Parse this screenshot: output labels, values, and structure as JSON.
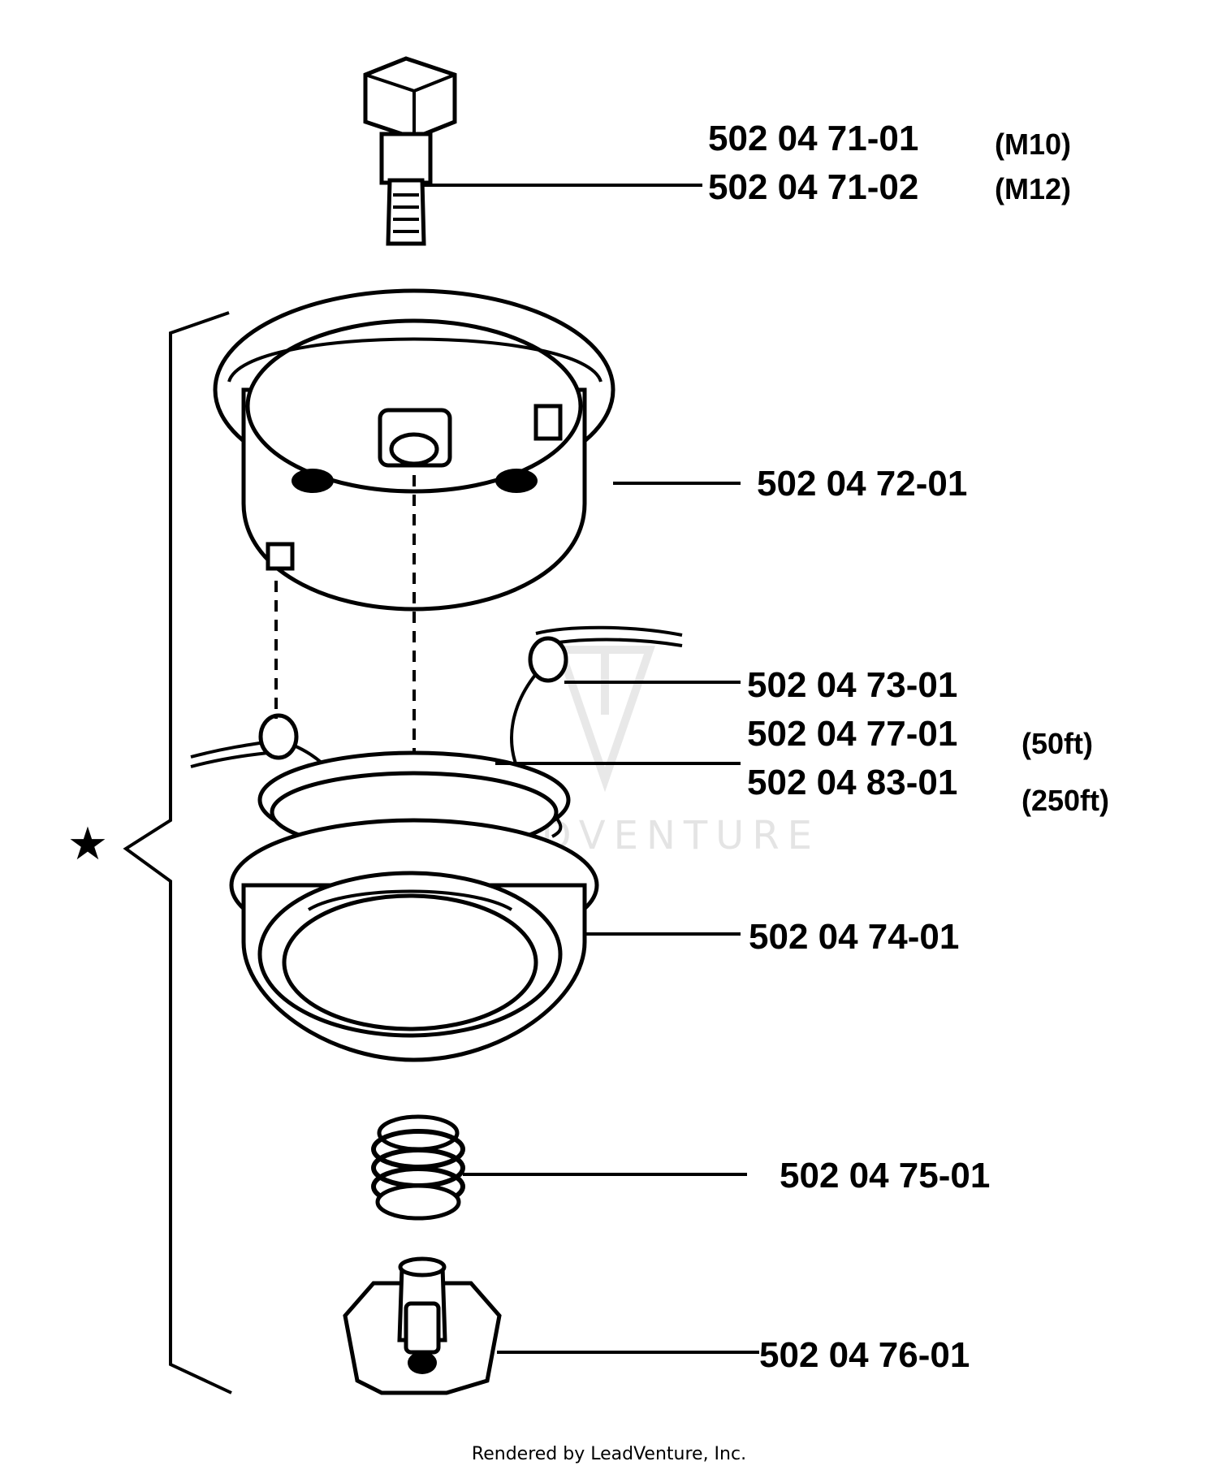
{
  "parts": [
    {
      "number": "502 04 71-01",
      "note": "(M10)"
    },
    {
      "number": "502 04 71-02",
      "note": "(M12)"
    },
    {
      "number": "502 04 72-01",
      "note": ""
    },
    {
      "number": "502 04 73-01",
      "note": ""
    },
    {
      "number": "502 04 77-01",
      "note": "(50ft)"
    },
    {
      "number": "502 04 83-01",
      "note": "(250ft)"
    },
    {
      "number": "502 04 74-01",
      "note": ""
    },
    {
      "number": "502 04 75-01",
      "note": ""
    },
    {
      "number": "502 04 76-01",
      "note": ""
    }
  ],
  "assembly_symbol": "★",
  "watermark": "LEADVENTURE",
  "footer": "Rendered by LeadVenture, Inc."
}
